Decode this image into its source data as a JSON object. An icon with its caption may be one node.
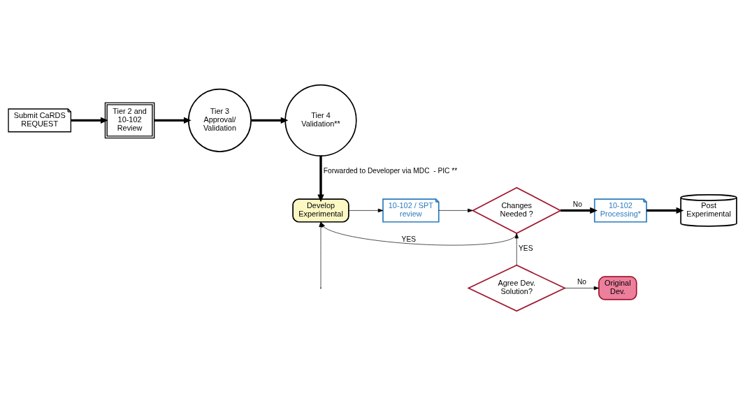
{
  "diagram": {
    "nodes": [
      {
        "text": [
          "Submit CaRDS REQUEST"
        ]
      },
      {
        "text": [
          "Tier 2 and 10-102 Review"
        ]
      },
      {
        "text": [
          "Tier 3 Approval/ Validation"
        ]
      },
      {
        "text": [
          "Tier 4 Validation**"
        ]
      },
      {
        "text": [
          "Develop Experimental"
        ]
      },
      {
        "text": [
          "10-102 / SPT review"
        ]
      },
      {
        "text": [
          "Changes Needed ?"
        ]
      },
      {
        "text": [
          "10-102 Processing*"
        ]
      },
      {
        "text": [
          "Post Experimental"
        ]
      },
      {
        "text": [
          "Original Dev."
        ]
      },
      {
        "text": [
          "Agree Dev. Solution?"
        ]
      }
    ],
    "edges": [
      {
        "from": 0,
        "to": 1,
        "arrow": "to",
        "style": "thick"
      },
      {
        "from": 1,
        "to": 2,
        "arrow": "to",
        "style": "thick"
      },
      {
        "from": 2,
        "to": 3,
        "arrow": "to",
        "style": "thick"
      },
      {
        "from": 3,
        "to": 4,
        "arrow": "to",
        "style": "thick",
        "label": "Forwarded to Developer via MDC  - PIC **"
      },
      {
        "from": 4,
        "to": 5,
        "arrow": "to"
      },
      {
        "from": 5,
        "to": 6,
        "arrow": "to"
      },
      {
        "from": 6,
        "to": 7,
        "arrow": "to",
        "style": "thick",
        "label": "No"
      },
      {
        "from": 7,
        "to": 8,
        "arrow": "to",
        "style": "thick"
      },
      {
        "from": 6,
        "to": 4,
        "arrow": "to",
        "label": "YES"
      },
      {
        "from": 10,
        "to": 6,
        "arrow": "to",
        "label": "YES"
      },
      {
        "from": 10,
        "to": 9,
        "arrow": "to",
        "label": "No"
      },
      {
        "from": null,
        "to": 4,
        "arrow": "to"
      }
    ]
  }
}
